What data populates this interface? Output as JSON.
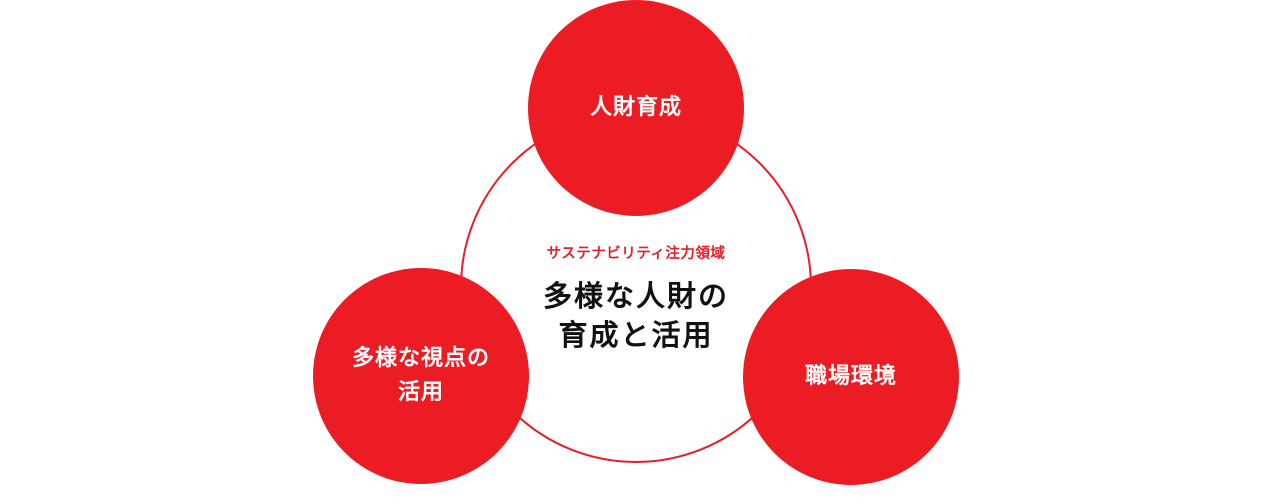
{
  "diagram": {
    "center": {
      "subtitle": "サステナビリティ注力領域",
      "title_lines": [
        "多様な人財の",
        "育成と活用"
      ]
    },
    "nodes": [
      {
        "position": "top",
        "label_lines": [
          "人財育成"
        ]
      },
      {
        "position": "left",
        "label_lines": [
          "多様な視点の",
          "活用"
        ]
      },
      {
        "position": "right",
        "label_lines": [
          "職場環境"
        ]
      }
    ],
    "colors": {
      "accent_red": "#EC1C24",
      "outline_red": "#E3202A",
      "title_text": "#111111",
      "node_text": "#FFFFFF",
      "background": "#FFFFFF"
    }
  }
}
